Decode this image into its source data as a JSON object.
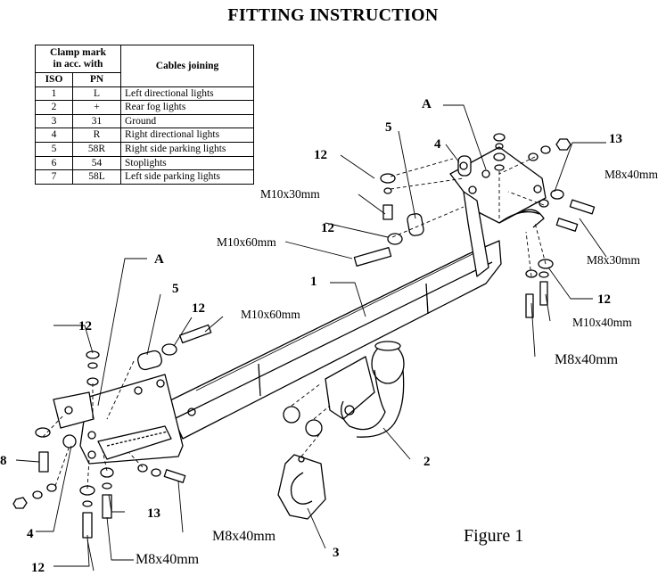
{
  "title": "FITTING INSTRUCTION",
  "table": {
    "header_clamp": [
      "Clamp mark",
      "in acc. with"
    ],
    "header_cables": "Cables joining",
    "header_iso": "ISO",
    "header_pn": "PN",
    "rows": [
      {
        "iso": "1",
        "pn": "L",
        "desc": "Left directional lights"
      },
      {
        "iso": "2",
        "pn": "+",
        "desc": "Rear fog lights"
      },
      {
        "iso": "3",
        "pn": "31",
        "desc": "Ground"
      },
      {
        "iso": "4",
        "pn": "R",
        "desc": "Right directional lights"
      },
      {
        "iso": "5",
        "pn": "58R",
        "desc": "Right side parking lights"
      },
      {
        "iso": "6",
        "pn": "54",
        "desc": "Stoplights"
      },
      {
        "iso": "7",
        "pn": "58L",
        "desc": "Left side parking lights"
      }
    ]
  },
  "labels": {
    "A_top": "A",
    "A_left": "A",
    "n1": "1",
    "n2": "2",
    "n3": "3",
    "n4_top": "4",
    "n4_left": "4",
    "n5_top": "5",
    "n5_left": "5",
    "n12_a": "12",
    "n12_b": "12",
    "n12_c": "12",
    "n12_d": "12",
    "n12_e": "12",
    "n12_f": "12",
    "n13_top": "13",
    "n13_left": "13",
    "n8": "8",
    "m10x30": "M10x30mm",
    "m10x60_top": "M10x60mm",
    "m10x60_left": "M10x60mm",
    "m8x40_tr": "M8x40mm",
    "m8x30": "M8x30mm",
    "m10x40": "M10x40mm",
    "m8x40_r": "M8x40mm",
    "m8x40_bl": "M8x40mm",
    "m8x40_bl2": "M8x40mm"
  },
  "figure_caption": "Figure 1"
}
